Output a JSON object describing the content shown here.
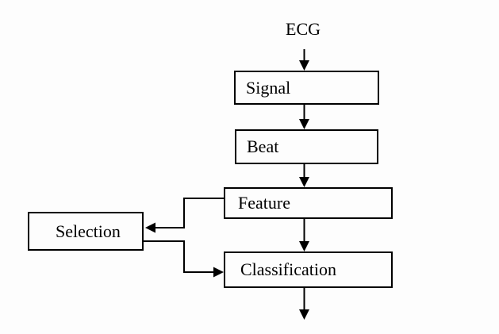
{
  "diagram": {
    "source_label": "ECG",
    "nodes": {
      "signal": {
        "label": "Signal"
      },
      "beat": {
        "label": "Beat"
      },
      "feature": {
        "label": "Feature"
      },
      "selection": {
        "label": "Selection"
      },
      "classification": {
        "label": "Classification"
      }
    },
    "edges": [
      {
        "from": "ECG",
        "to": "Signal",
        "shape": "straight-down"
      },
      {
        "from": "Signal",
        "to": "Beat",
        "shape": "straight-down"
      },
      {
        "from": "Beat",
        "to": "Feature",
        "shape": "straight-down"
      },
      {
        "from": "Feature",
        "to": "Selection",
        "shape": "elbow-left"
      },
      {
        "from": "Feature",
        "to": "Classification",
        "shape": "straight-down"
      },
      {
        "from": "Selection",
        "to": "Classification",
        "shape": "elbow-right"
      },
      {
        "from": "Classification",
        "to": "output",
        "shape": "straight-down"
      }
    ],
    "colors": {
      "line": "#000000",
      "text": "#000000",
      "box_fill": "#fdfdfd",
      "background": "#fdfdfd"
    }
  }
}
